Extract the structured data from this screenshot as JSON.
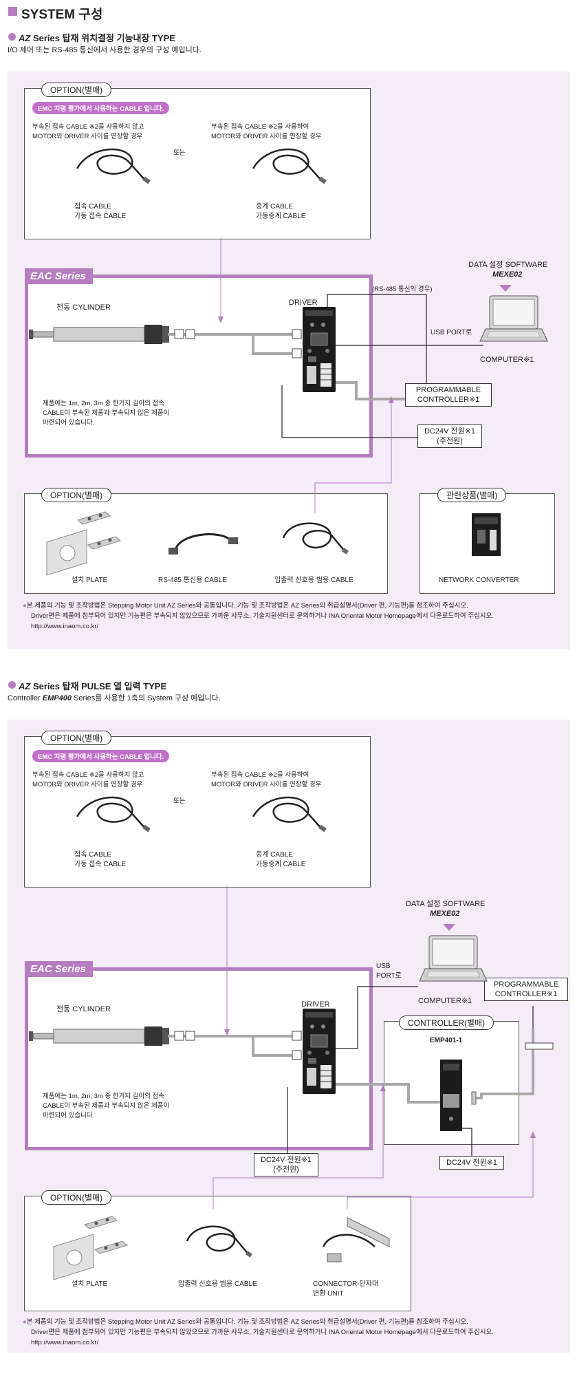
{
  "colors": {
    "accent": "#b57cc0",
    "accent_dark": "#9a5ba6",
    "panel_bg": "#f4ecf6",
    "emc_pill": "#c070c8",
    "cable_gray": "#a8a8a8"
  },
  "header": {
    "title": "SYSTEM 구성"
  },
  "section1": {
    "title_bold": "AZ",
    "title_rest": " Series 탑재 위치결정 기능내장 TYPE",
    "subtitle": "I/O 제어 또는 RS-485 통신에서 사용한 경우의 구성 예입니다.",
    "option_top": {
      "tag": "OPTION(별매)",
      "emc": "EMC 지령 평가에서 사용하는 CABLE 입니다.",
      "left_desc_1": "부속된 접속 CABLE ※2을 사용하지 않고",
      "left_desc_2": "MOTOR와 DRIVER 사이를 연장할 경우",
      "or": "또는",
      "right_desc_1": "부속된 접속 CABLE ※2을 사용하여",
      "right_desc_2": "MOTOR와 DRIVER 사이를 연장할 경우",
      "left_cable_1": "접속 CABLE",
      "left_cable_2": "가동 접속 CABLE",
      "right_cable_1": "중계 CABLE",
      "right_cable_2": "가동중계 CABLE"
    },
    "eac": {
      "label": "EAC Series",
      "cylinder": "전동 CYLINDER",
      "note_1": "제품에는 1m, 2m, 3m 중 한가지 길이의 접속",
      "note_2": "CABLE이 부속된 제품과 부속되지 않은 제품이",
      "note_3": "마련되어 있습니다.",
      "driver": "DRIVER",
      "rs485": "(RS-485 통신의 경우)"
    },
    "software_1": "DATA 설정 SOFTWARE",
    "software_2": "MEXE02",
    "usb": "USB PORT로",
    "computer": "COMPUTER※1",
    "plc_1": "PROGRAMMABLE",
    "plc_2": "CONTROLLER※1",
    "dc_1": "DC24V 전원※1",
    "dc_2": "(주전원)",
    "option_bottom": {
      "tag": "OPTION(별매)",
      "item_1": "설치 PLATE",
      "item_2": "RS-485 통신용 CABLE",
      "item_3": "입출력 신호용 범용 CABLE"
    },
    "related": {
      "tag": "관련상품(별매)",
      "item": "NETWORK CONVERTER"
    },
    "footnote_1": "본 제품의 기능 및 조작방법은 Stepping Motor Unit AZ Series와 공통입니다. 기능 및 조작방법은 AZ Series의 취급설명서(Driver 편, 기능편)를 참조하여 주십시오.",
    "footnote_2": "Driver편은 제품에 첨부되어 있지만 기능편은 부속되지 않았으므로 가까운 사무소, 기술지원센터로 문의하거나 INA Oriental Motor Homepage에서 다운로드하여 주십시오.",
    "footnote_3": "http://www.inaom.co.kr/"
  },
  "section2": {
    "title_bold": "AZ",
    "title_rest": " Series 탑재 PULSE 열 입력 TYPE",
    "subtitle_pre": "Controller ",
    "subtitle_bold": "EMP400",
    "subtitle_post": " Series를 사용한 1축의 System 구성 예입니다.",
    "option_top": {
      "tag": "OPTION(별매)",
      "emc": "EMC 지령 평가에서 사용하는 CABLE 입니다.",
      "left_desc_1": "부속된 접속 CABLE ※2을 사용하지 않고",
      "left_desc_2": "MOTOR와 DRIVER 사이를 연장할 경우",
      "or": "또는",
      "right_desc_1": "부속된 접속 CABLE ※2을 사용하여",
      "right_desc_2": "MOTOR와 DRIVER 사이를 연장할 경우",
      "left_cable_1": "접속 CABLE",
      "left_cable_2": "가동 접속 CABLE",
      "right_cable_1": "중계 CABLE",
      "right_cable_2": "가동중계 CABLE"
    },
    "software_1": "DATA 설정 SOFTWARE",
    "software_2": "MEXE02",
    "usb_1": "USB",
    "usb_2": "PORT로",
    "computer": "COMPUTER※1",
    "plc_1": "PROGRAMMABLE",
    "plc_2": "CONTROLLER※1",
    "eac": {
      "label": "EAC Series",
      "cylinder": "전동 CYLINDER",
      "note_1": "제품에는 1m, 2m, 3m 중 한가지 길이의 접속",
      "note_2": "CABLE이 부속된 제품과 부속되지 않은 제품이",
      "note_3": "마련되어 있습니다.",
      "driver": "DRIVER"
    },
    "controller": {
      "tag": "CONTROLLER(별매)",
      "model": "EMP401-1"
    },
    "dc_left_1": "DC24V 전원※1",
    "dc_left_2": "(주전원)",
    "dc_right": "DC24V 전원※1",
    "option_bottom": {
      "tag": "OPTION(별매)",
      "item_1": "설치 PLATE",
      "item_2": "입출력 신호용 범용 CABLE",
      "item_3_1": "CONNECTOR-단자대",
      "item_3_2": "변환 UNIT"
    },
    "footnote_1": "본 제품의 기능 및 조작방법은 Stepping Motor Unit AZ Series와 공통입니다. 기능 및 조작방법은 AZ Series의 취급설명서(Driver 편, 기능편)를 참조하여 주십시오.",
    "footnote_2": "Driver편은 제품에 첨부되어 있지만 기능편은 부속되지 않았으므로 가까운 사무소, 기술지원센터로 문의하거나 INA Oriental Motor Homepage에서 다운로드하여 주십시오.",
    "footnote_3": "http://www.inaom.co.kr/"
  }
}
